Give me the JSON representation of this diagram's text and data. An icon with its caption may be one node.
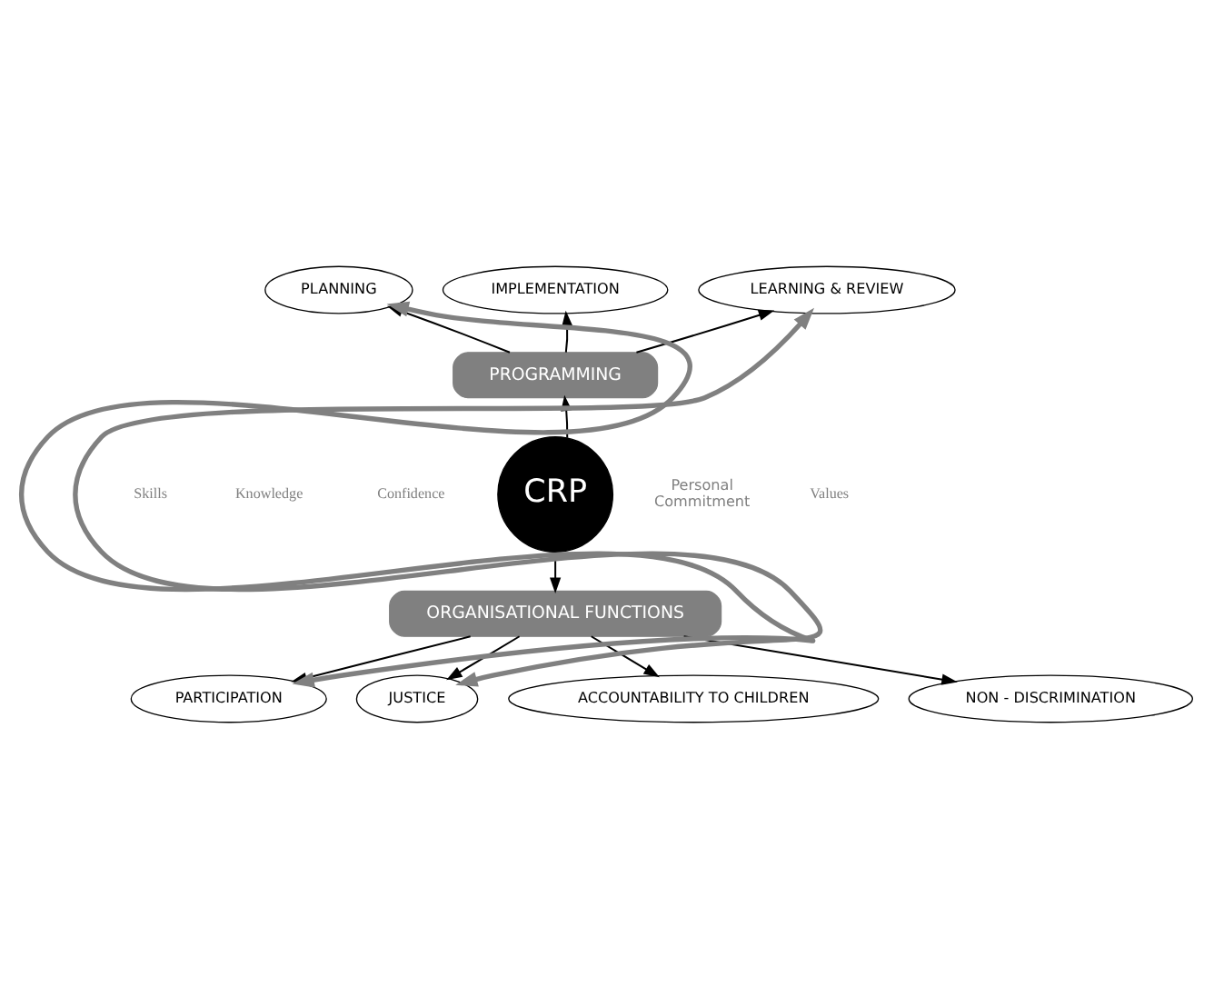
{
  "diagram": {
    "nodes": [
      {
        "text": [
          "CRP"
        ]
      },
      {
        "text": [
          "PROGRAMMING"
        ]
      },
      {
        "text": [
          "ORGANISATIONAL FUNCTIONS"
        ]
      },
      {
        "text": [
          "PLANNING"
        ]
      },
      {
        "text": [
          "IMPLEMENTATION"
        ]
      },
      {
        "text": [
          "LEARNING & REVIEW"
        ]
      },
      {
        "text": [
          "PARTICIPATION"
        ]
      },
      {
        "text": [
          "JUSTICE"
        ]
      },
      {
        "text": [
          "ACCOUNTABILITY TO CHILDREN"
        ]
      },
      {
        "text": [
          "NON - DISCRIMINATION"
        ]
      }
    ],
    "edges": [
      {
        "from": 0,
        "to": 1,
        "arrow": "to"
      },
      {
        "from": 0,
        "to": 2,
        "arrow": "to"
      },
      {
        "from": 1,
        "to": 3,
        "arrow": "to"
      },
      {
        "from": 1,
        "to": 4,
        "arrow": "to"
      },
      {
        "from": 1,
        "to": 5,
        "arrow": "to"
      },
      {
        "from": 2,
        "to": 6,
        "arrow": "to"
      },
      {
        "from": 2,
        "to": 8,
        "arrow": "to"
      },
      {
        "from": 2,
        "to": 9,
        "arrow": "to"
      },
      {
        "from": 2,
        "to": 7,
        "arrow": "to"
      },
      {
        "from": 3,
        "to": 6,
        "arrow": "both",
        "style": "thick",
        "color": "#808080"
      },
      {
        "from": 5,
        "to": 7,
        "arrow": "both",
        "style": "thick",
        "color": "#808080"
      }
    ],
    "labels": [
      "Skills",
      "Knowledge",
      "Confidence",
      "Personal Commitment",
      "Values"
    ]
  }
}
